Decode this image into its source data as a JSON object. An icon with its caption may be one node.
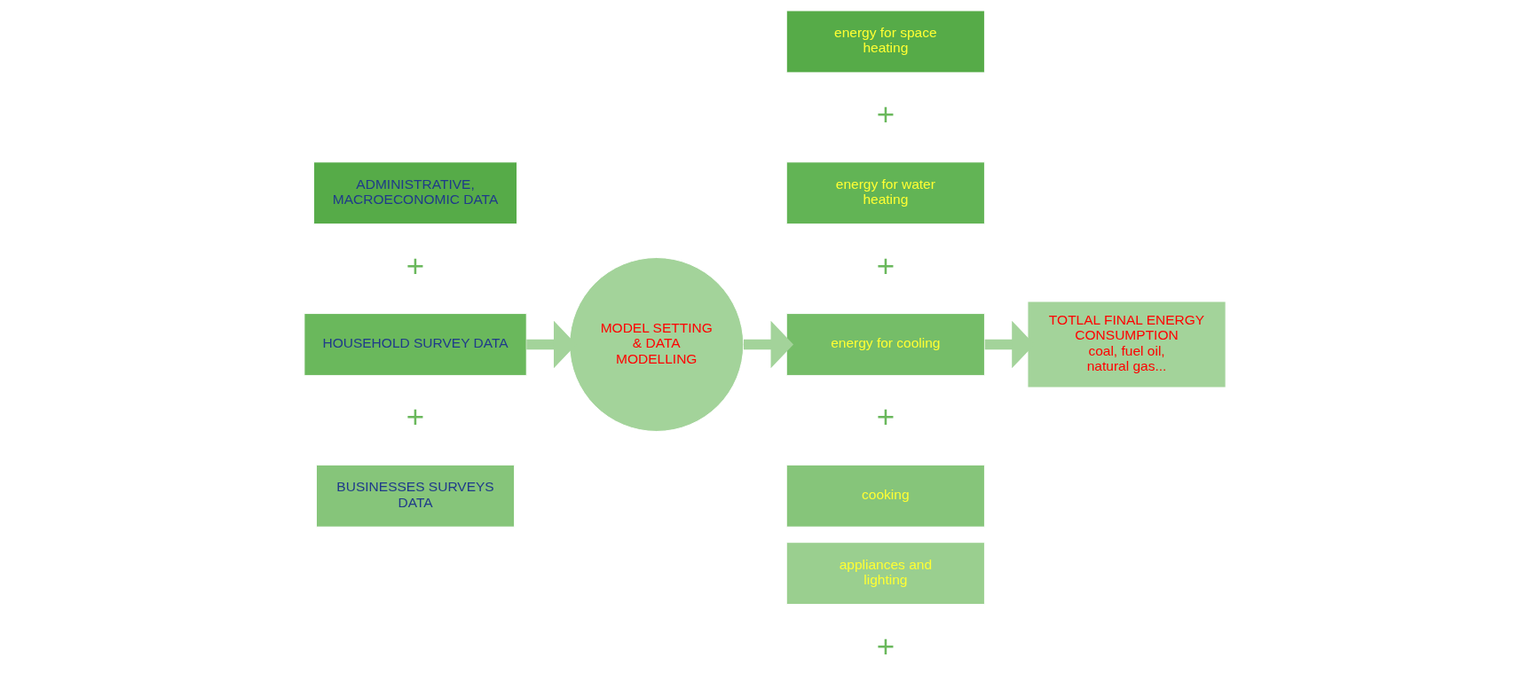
{
  "diagram": {
    "nodes": [
      {
        "text": [
          "ADMINISTRATIVE, MACROECONOMIC DATA"
        ]
      },
      {
        "text": [
          "HOUSEHOLD SURVEY DATA"
        ]
      },
      {
        "text": [
          "BUSINESSES SURVEYS DATA"
        ]
      },
      {
        "text": [
          "MODEL SETTING & DATA MODELLING"
        ]
      },
      {
        "text": [
          "energy for space heating"
        ]
      },
      {
        "text": [
          "energy for water heating"
        ]
      },
      {
        "text": [
          "energy for cooling"
        ]
      },
      {
        "text": [
          "cooking"
        ]
      },
      {
        "text": [
          "appliances and lighting"
        ]
      },
      {
        "text": [
          "TOTLAL FINAL ENERGY CONSUMPTION",
          "coal, fuel oil, natural gas..."
        ]
      }
    ],
    "edges": [
      {
        "from": 1,
        "to": 3,
        "arrow": "to"
      },
      {
        "from": 3,
        "to": 6,
        "arrow": "to"
      },
      {
        "from": 6,
        "to": 9,
        "arrow": "to"
      }
    ],
    "labels": [
      "+",
      "+",
      "+",
      "+",
      "+",
      "+"
    ]
  }
}
